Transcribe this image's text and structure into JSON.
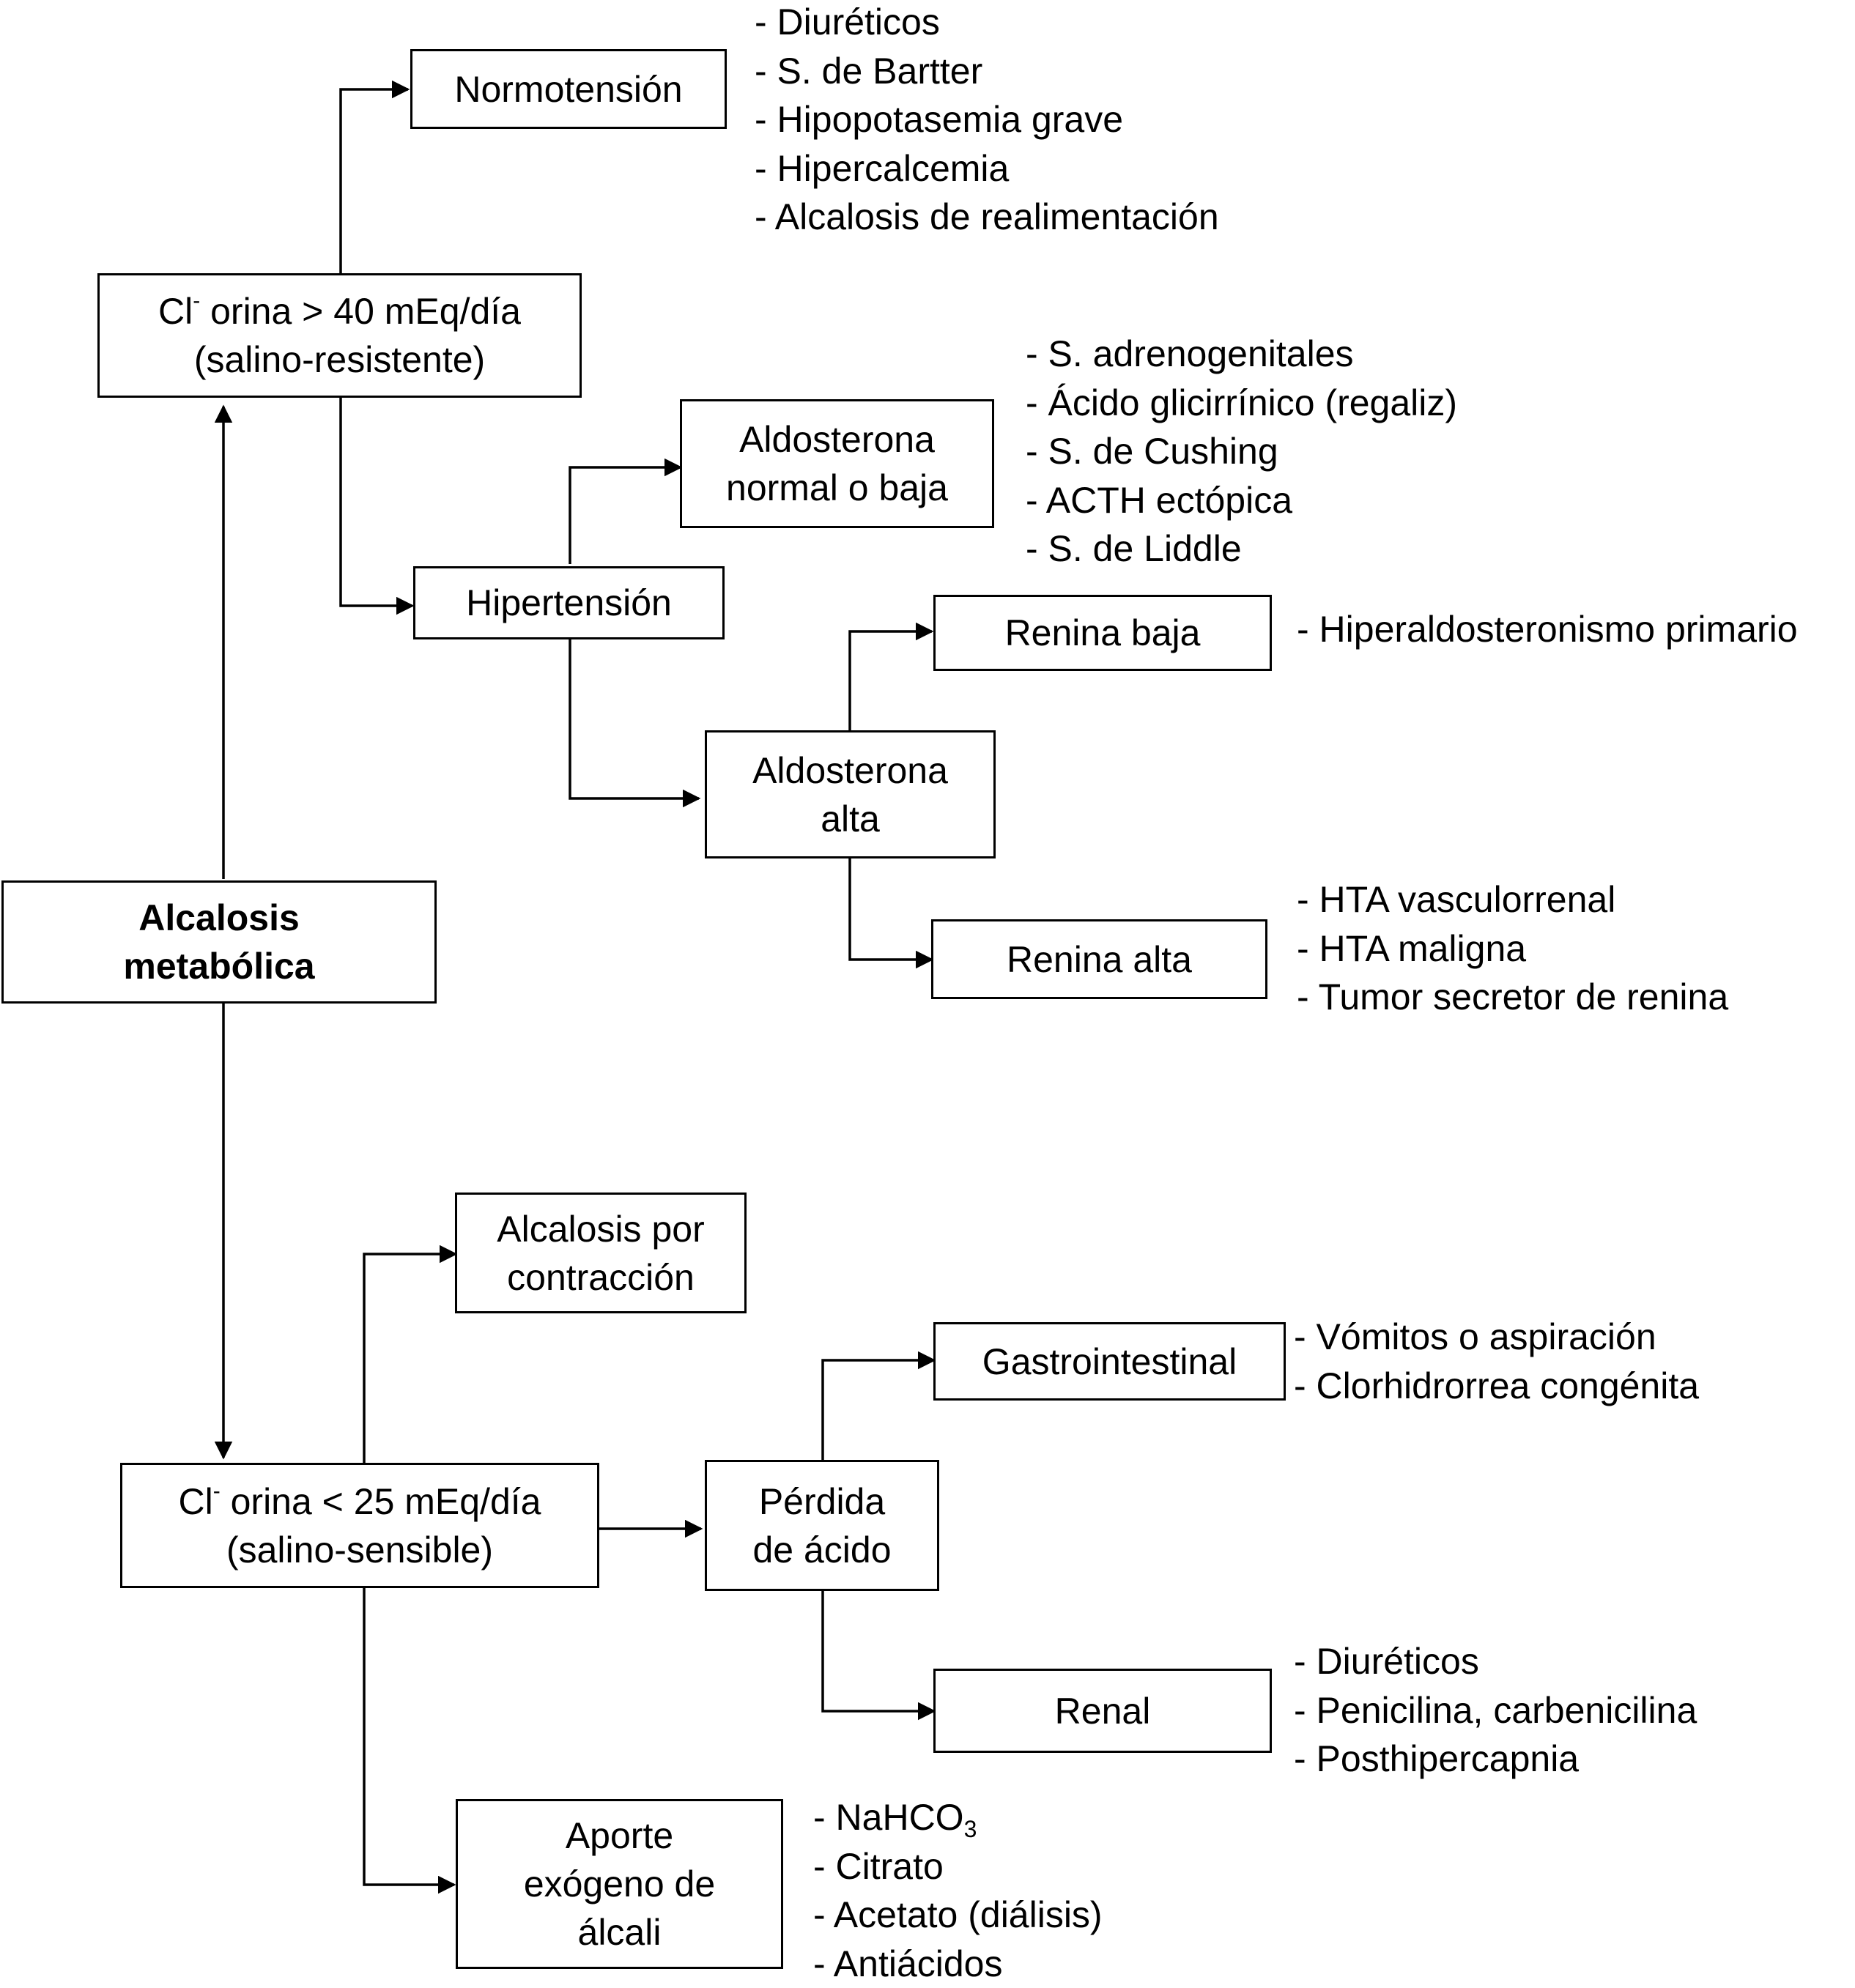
{
  "nodes": {
    "root": [
      "Alcalosis",
      "metabólica"
    ],
    "resistant": {
      "cl": "Cl",
      "sup": "-",
      "rest": " orina > 40 mEq/día",
      "line2": "(salino-resistente)"
    },
    "normotension": "Normotensión",
    "hypertension": "Hipertensión",
    "aldo_low": [
      "Aldosterona",
      "normal o baja"
    ],
    "aldo_high": [
      "Aldosterona",
      "alta"
    ],
    "renin_low": "Renina baja",
    "renin_high": "Renina alta",
    "sensitive": {
      "cl": "Cl",
      "sup": "-",
      "rest": " orina < 25 mEq/día",
      "line2": "(salino-sensible)"
    },
    "contraction": [
      "Alcalosis por",
      "contracción"
    ],
    "acid_loss": [
      "Pérdida",
      "de ácido"
    ],
    "gastro": "Gastrointestinal",
    "renal": "Renal",
    "exogenous": [
      "Aporte",
      "exógeno de",
      "álcali"
    ]
  },
  "lists": {
    "normotension": [
      "- Diuréticos",
      "- S. de Bartter",
      "- Hipopotasemia grave",
      "- Hipercalcemia",
      "- Alcalosis de realimentación"
    ],
    "aldo_low": [
      "- S. adrenogenitales",
      "- Ácido glicirrínico (regaliz)",
      "- S. de Cushing",
      "- ACTH ectópica",
      "- S. de Liddle"
    ],
    "renin_low": [
      "- Hiperaldosteronismo primario"
    ],
    "renin_high": [
      "- HTA vasculorrenal",
      "- HTA maligna",
      "- Tumor secretor de renina"
    ],
    "gastro": [
      "- Vómitos o aspiración",
      "- Clorhidrorrea congénita"
    ],
    "renal": [
      "- Diuréticos",
      "- Penicilina, carbenicilina",
      "- Posthipercapnia"
    ],
    "exogenous": {
      "nahco3_prefix": "- NaHCO",
      "nahco3_sub": "3",
      "rest": [
        "- Citrato",
        "- Acetato (diálisis)",
        "- Antiácidos"
      ]
    }
  }
}
